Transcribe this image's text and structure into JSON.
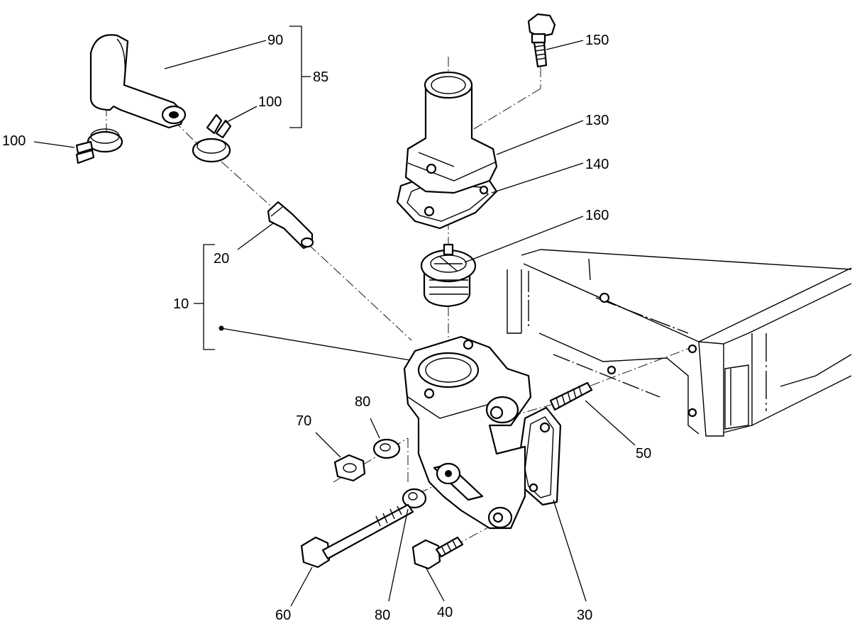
{
  "callouts": {
    "p10": "10",
    "p20": "20",
    "p30": "30",
    "p40": "40",
    "p50": "50",
    "p60": "60",
    "p70": "70",
    "p80_top": "80",
    "p80_bottom": "80",
    "p85": "85",
    "p90": "90",
    "p100_left": "100",
    "p100_right": "100",
    "p130": "130",
    "p140": "140",
    "p150": "150",
    "p160": "160"
  }
}
